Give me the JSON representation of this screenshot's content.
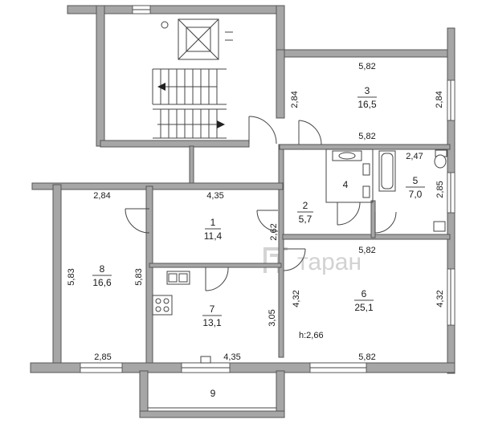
{
  "watermark": {
    "text": "таран"
  },
  "height_note": "h:2,66",
  "rooms": [
    {
      "id": "1",
      "area": "11,4"
    },
    {
      "id": "2",
      "area": "5,7"
    },
    {
      "id": "3",
      "area": "16,5"
    },
    {
      "id": "4",
      "area": ""
    },
    {
      "id": "5",
      "area": "7,0"
    },
    {
      "id": "6",
      "area": "25,1"
    },
    {
      "id": "7",
      "area": "13,1"
    },
    {
      "id": "8",
      "area": "16,6"
    },
    {
      "id": "9",
      "area": ""
    }
  ],
  "dimensions": {
    "room3_top": "5,82",
    "room3_left": "2,84",
    "room3_right": "2,84",
    "room3_bottom": "5,82",
    "room5_top": "2,47",
    "room5_right": "2,85",
    "room1_top": "4,35",
    "room2_left": "2,62",
    "room8_top": "2,84",
    "room8_left": "5,83",
    "room8_right": "5,83",
    "room8_bottom": "2,85",
    "room6_top": "5,82",
    "room6_left": "4,32",
    "room6_right": "4,32",
    "room6_bottom": "5,82",
    "room7_left": "3,05",
    "room7_bottom": "4,35"
  }
}
